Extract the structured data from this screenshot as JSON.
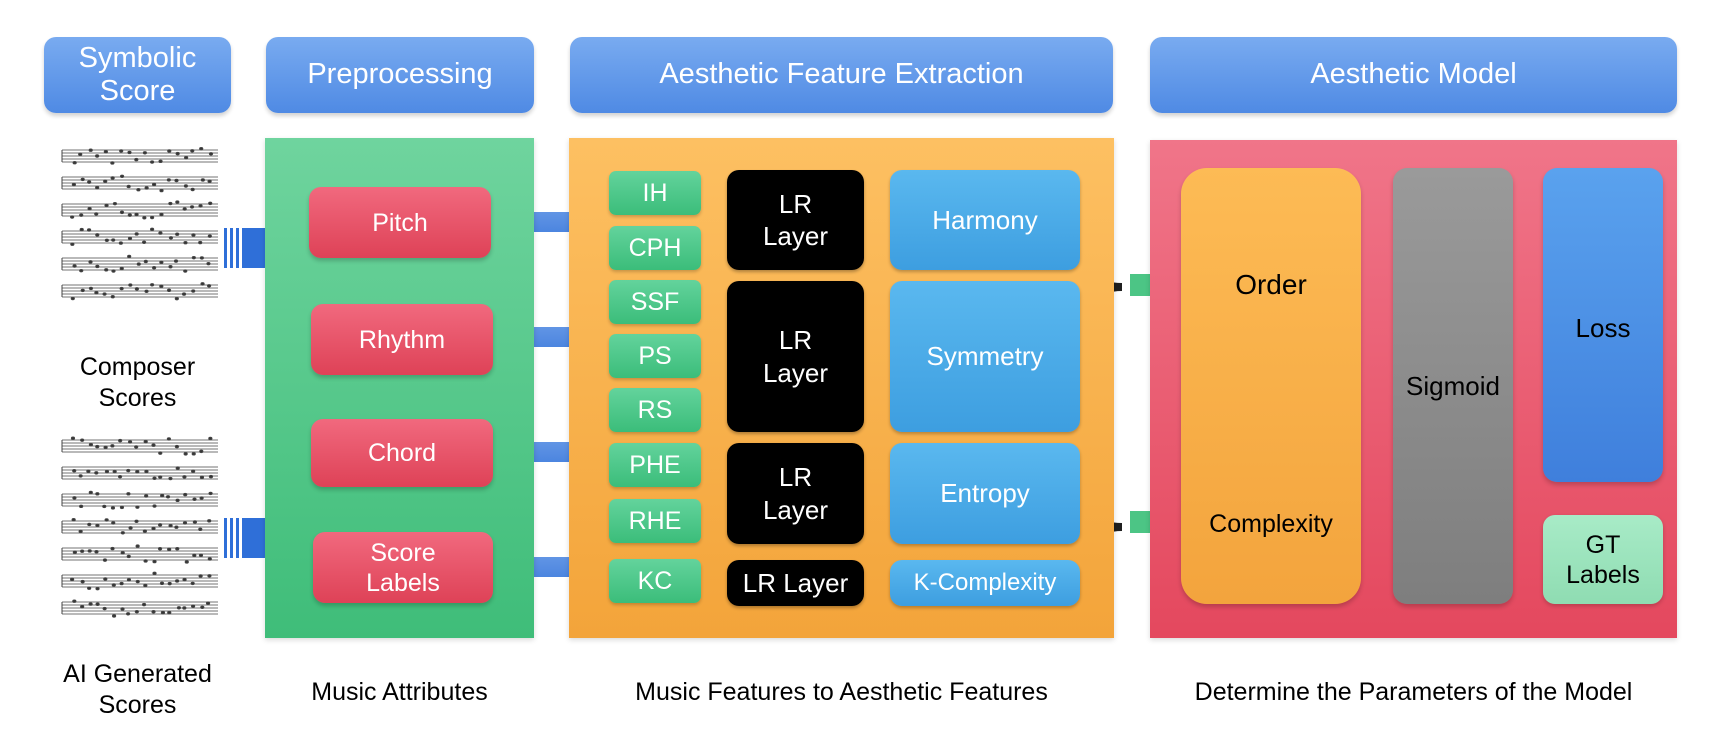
{
  "headers": {
    "symbolic": "Symbolic\nScore",
    "preprocessing": "Preprocessing",
    "extraction": "Aesthetic Feature Extraction",
    "model": "Aesthetic Model"
  },
  "left": {
    "composer": "Composer\nScores",
    "ai": "AI Generated\nScores"
  },
  "attributes": [
    "Pitch",
    "Rhythm",
    "Chord",
    "Score\nLabels"
  ],
  "features": [
    "IH",
    "CPH",
    "SSF",
    "PS",
    "RS",
    "PHE",
    "RHE",
    "KC"
  ],
  "lr_layers": [
    "LR\nLayer",
    "LR\nLayer",
    "LR\nLayer",
    "LR Layer"
  ],
  "aesthetic": [
    "Harmony",
    "Symmetry",
    "Entropy",
    "K-Complexity"
  ],
  "model": {
    "order": "Order",
    "complexity": "Complexity",
    "sigmoid": "Sigmoid",
    "loss": "Loss",
    "gt": "GT\nLabels"
  },
  "captions": {
    "attributes": "Music Attributes",
    "features": "Music Features to Aesthetic Features",
    "model": "Determine the Parameters of the Model"
  },
  "colors": {
    "header_blue": "#5a92e8",
    "panel_green": "#4cc585",
    "panel_orange": "#f8b04c",
    "panel_red": "#e85a6f",
    "lr_black": "#000000",
    "aesthetic_blue": "#4aabe8"
  }
}
